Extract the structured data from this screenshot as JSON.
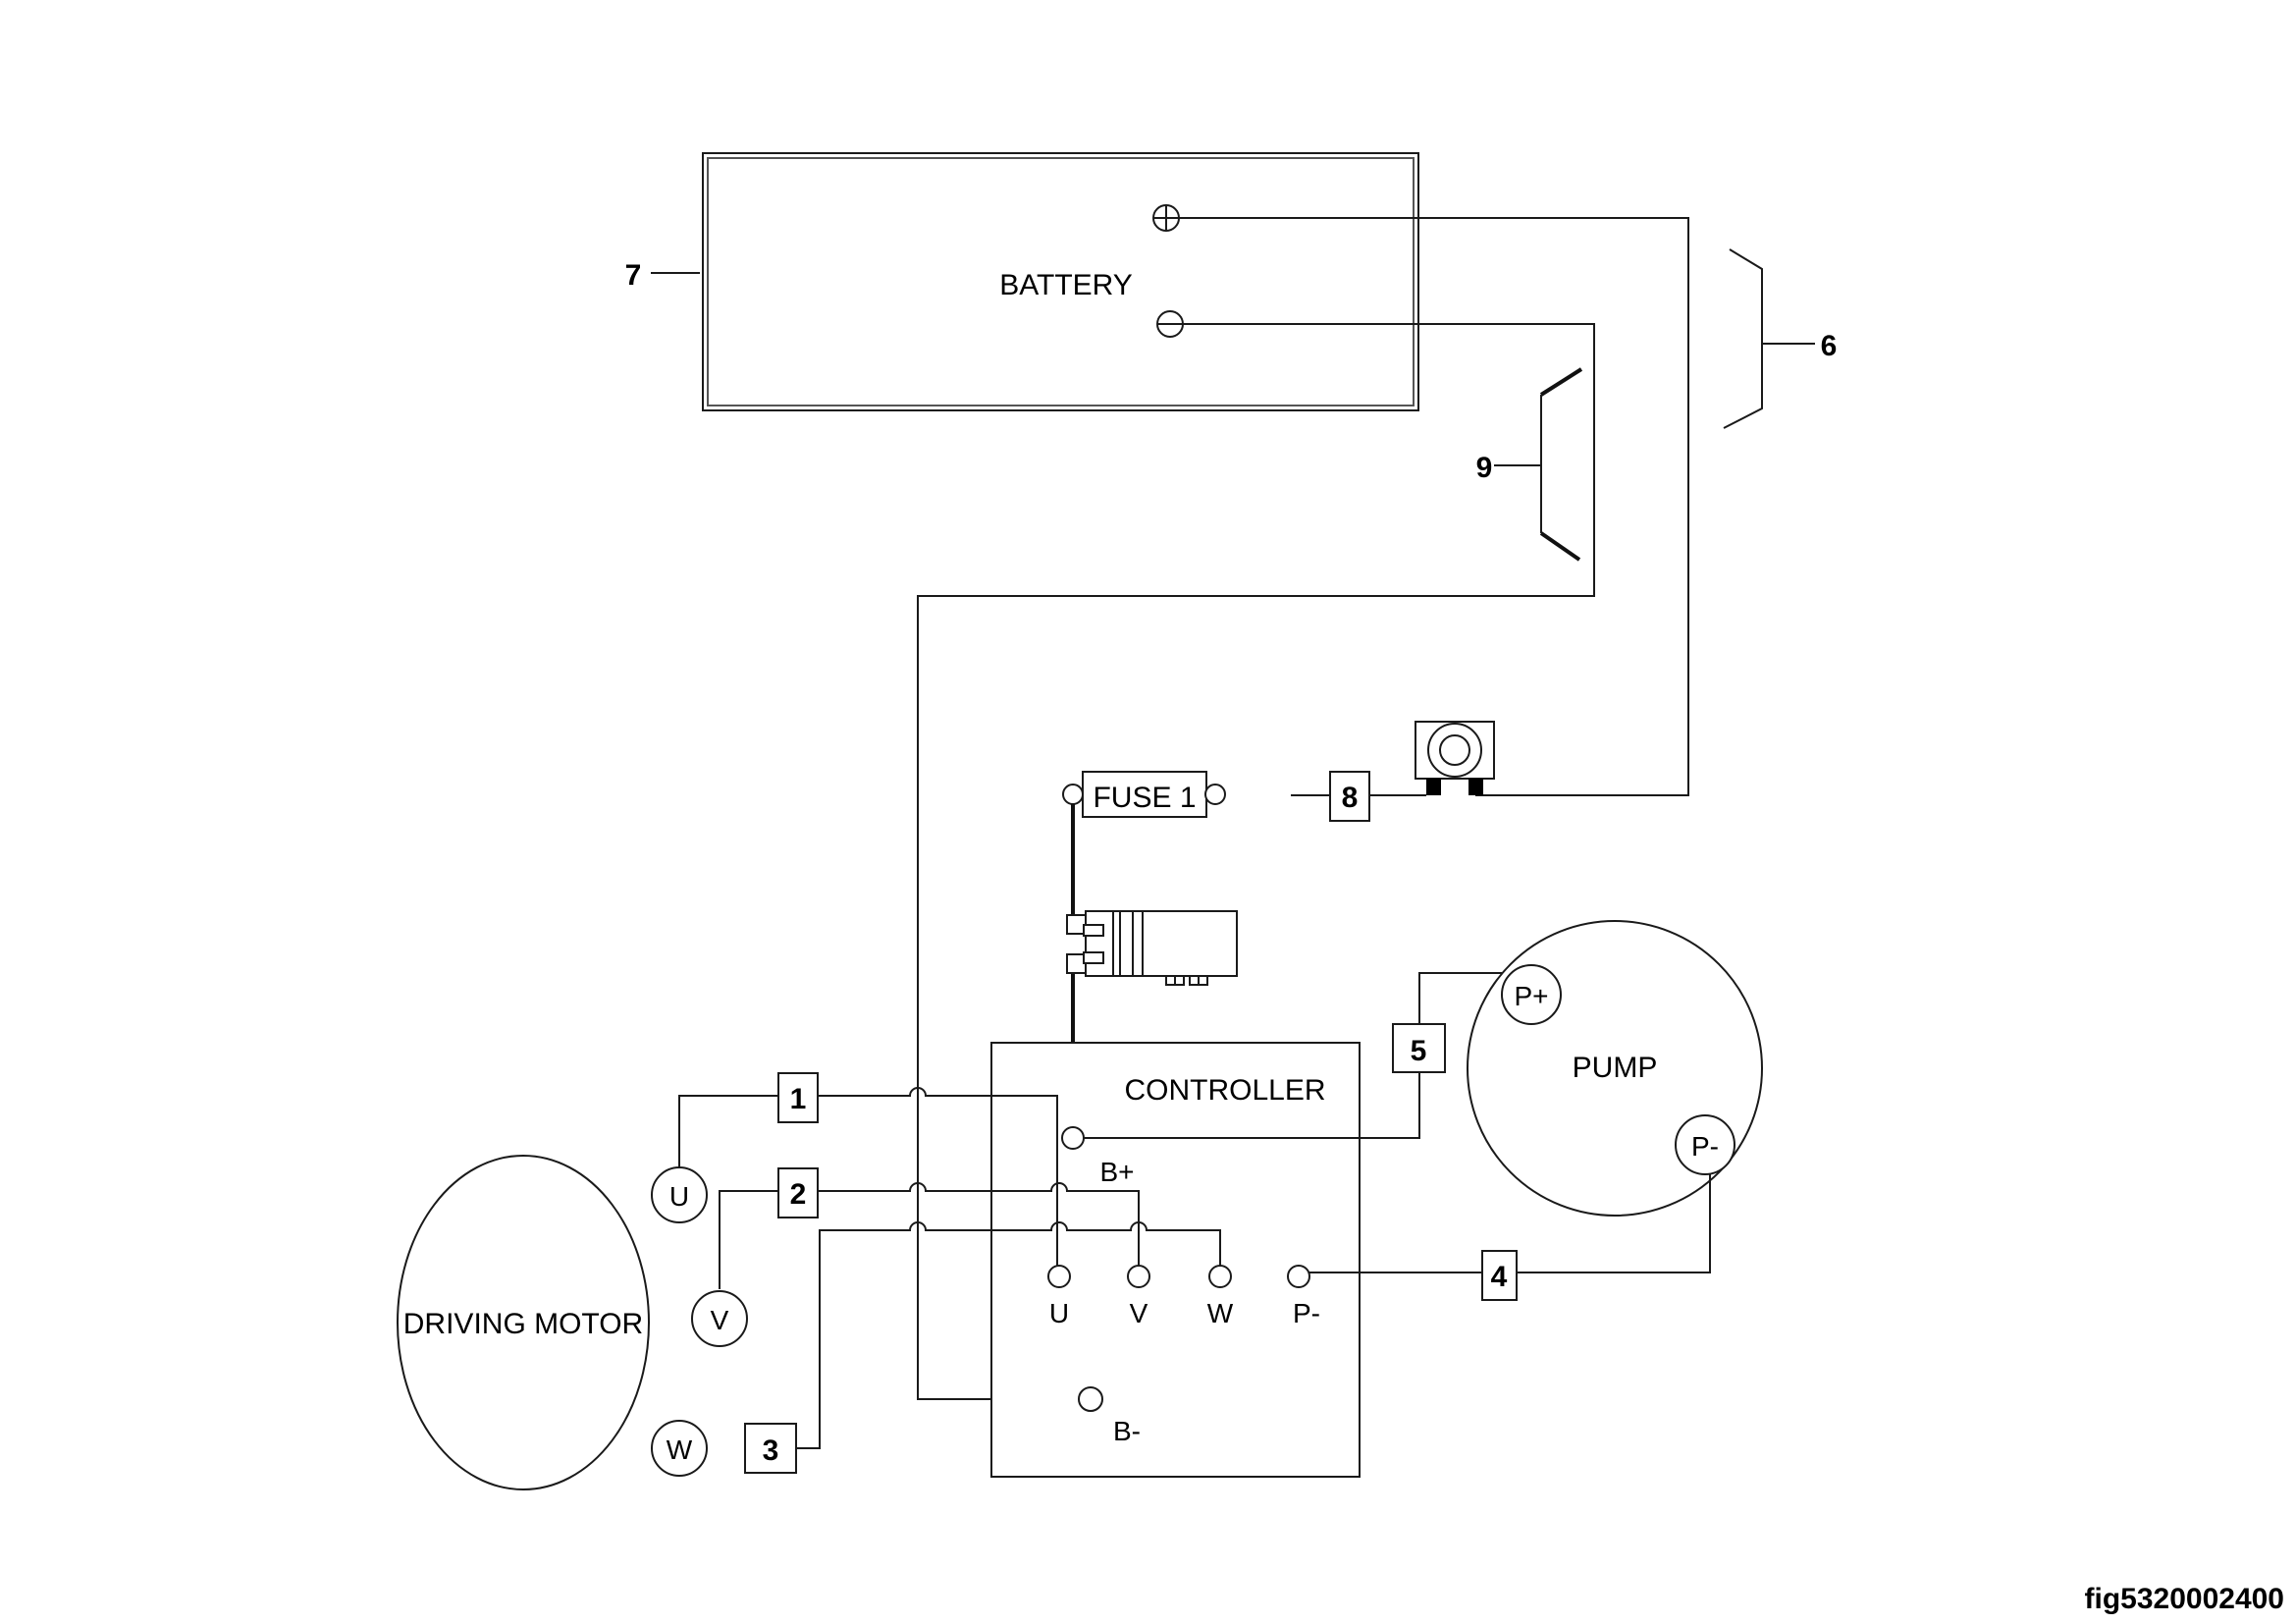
{
  "diagram": {
    "type": "electrical-wiring-schematic",
    "components": {
      "battery": {
        "label": "BATTERY",
        "callout": "7",
        "positive_terminal": "+",
        "negative_terminal": "-"
      },
      "fuse": {
        "label": "FUSE 1"
      },
      "controller": {
        "label": "CONTROLLER",
        "terminals": [
          "B+",
          "U",
          "V",
          "W",
          "P-",
          "B-"
        ]
      },
      "pump": {
        "label": "PUMP",
        "terminals": [
          "P+",
          "P-"
        ]
      },
      "driving_motor": {
        "label": "DRIVING MOTOR",
        "terminals": [
          "U",
          "V",
          "W"
        ]
      }
    },
    "callouts": {
      "c1": "1",
      "c2": "2",
      "c3": "3",
      "c4": "4",
      "c5": "5",
      "c6": "6",
      "c7": "7",
      "c8": "8",
      "c9": "9"
    },
    "terminal_labels": {
      "ctrl_bplus": "B+",
      "ctrl_bminus": "B-",
      "ctrl_u": "U",
      "ctrl_v": "V",
      "ctrl_w": "W",
      "ctrl_pminus": "P-",
      "motor_u": "U",
      "motor_v": "V",
      "motor_w": "W",
      "pump_pplus": "P+",
      "pump_pminus": "P-"
    },
    "connections": [
      "Battery + -> 6 -> key switch -> 8 -> FUSE 1 -> connector -> Controller B+",
      "Battery - -> 9 -> Controller B-",
      "Controller B+ -> 5 -> Pump P+",
      "Pump P- -> 4 -> Controller P-",
      "Motor U -> 1 -> Controller U",
      "Motor V -> 2 -> Controller V",
      "Motor W -> 3 -> Controller W"
    ]
  },
  "figure_id": "fig5320002400"
}
